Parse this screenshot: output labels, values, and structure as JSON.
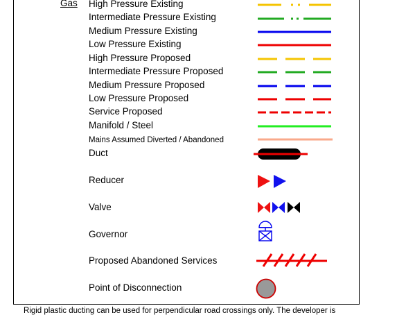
{
  "legend": {
    "section": "Gas",
    "rows": [
      {
        "label": "High Pressure Existing",
        "symbol": "line-dotted-mid",
        "color": "#f5c400"
      },
      {
        "label": "Intermediate Pressure Existing",
        "symbol": "line-dotted-mid",
        "color": "#22aa22"
      },
      {
        "label": "Medium Pressure Existing",
        "symbol": "line-solid",
        "color": "#0000ee"
      },
      {
        "label": "Low Pressure Existing",
        "symbol": "line-solid",
        "color": "#ee0000"
      },
      {
        "label": "High Pressure Proposed",
        "symbol": "line-dashed",
        "color": "#f5c400"
      },
      {
        "label": "Intermediate Pressure Proposed",
        "symbol": "line-dashed",
        "color": "#22aa22"
      },
      {
        "label": "Medium Pressure Proposed",
        "symbol": "line-dashed",
        "color": "#0000ee"
      },
      {
        "label": "Low Pressure Proposed",
        "symbol": "line-dashed",
        "color": "#ee0000"
      },
      {
        "label": "Service Proposed",
        "symbol": "line-short-dash",
        "color": "#ee0000"
      },
      {
        "label": "Manifold / Steel",
        "symbol": "line-solid",
        "color": "#22ee22"
      },
      {
        "label": "Mains Assumed Diverted / Abandoned",
        "symbol": "line-solid",
        "color": "#f9a98b"
      },
      {
        "label": "Duct",
        "symbol": "duct-icon",
        "color": "#000000"
      },
      {
        "label": "Reducer",
        "symbol": "reducer-icon",
        "color": "#ee0000"
      },
      {
        "label": "Valve",
        "symbol": "valve-icon",
        "color": "#ee0000"
      },
      {
        "label": "Governor",
        "symbol": "governor-icon",
        "color": "#0000ee"
      },
      {
        "label": "Proposed Abandoned Services",
        "symbol": "abandoned-services-icon",
        "color": "#ee0000"
      },
      {
        "label": "Point of Disconnection",
        "symbol": "disconnection-point-icon",
        "color": "#999999"
      }
    ]
  },
  "footnote": "Rigid plastic ducting can be used for perpendicular road crossings only.  The developer is"
}
